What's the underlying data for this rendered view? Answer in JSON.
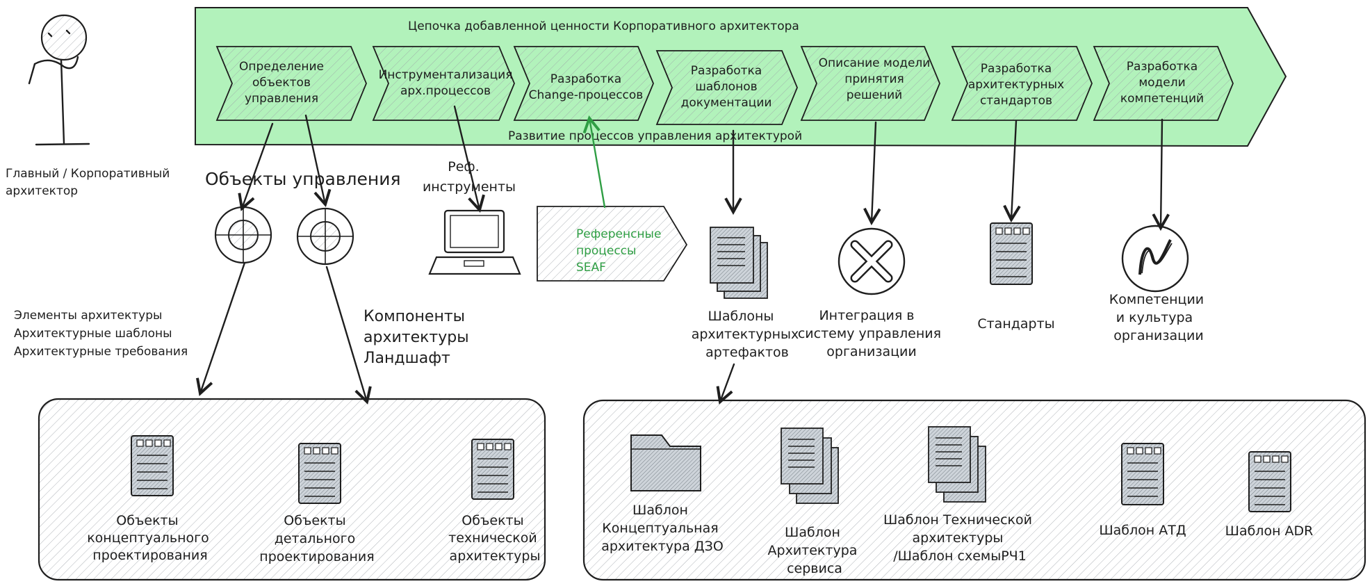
{
  "actor": {
    "role_lines": [
      "Главный / Корпоративный",
      "архитектор"
    ]
  },
  "chain": {
    "title": "Цепочка добавленной ценности Корпоративного архитектора",
    "subtitle": "Развитие процессов управления архитектурой",
    "steps": [
      [
        "Определение",
        "объектов",
        "управления"
      ],
      [
        "Инструментализация",
        "арх.процессов"
      ],
      [
        "Разработка",
        "Change-процессов"
      ],
      [
        "Разработка",
        "шаблонов",
        "документации"
      ],
      [
        "Описание модели",
        "принятия",
        "решений"
      ],
      [
        "Разработка",
        "архитектурных",
        "стандартов"
      ],
      [
        "Разработка",
        "модели",
        "компетенций"
      ]
    ]
  },
  "objects_heading": "Объекты управления",
  "ref_tools": [
    "Реф.",
    "инструменты"
  ],
  "ref_process": [
    "Референсные",
    "процессы",
    "SEAF"
  ],
  "notes": {
    "elements": [
      "Элементы архитектуры",
      "Архитектурные шаблоны",
      "Архитектурные требования"
    ],
    "components": [
      "Компоненты",
      "архитектуры",
      "Ландшафт"
    ]
  },
  "outputs": {
    "templates": [
      "Шаблоны",
      "архитектурных",
      "артефактов"
    ],
    "integration": [
      "Интеграция в",
      "систему управления",
      "организации"
    ],
    "standards": [
      "Стандарты"
    ],
    "competence": [
      "Компетенции",
      "и культура",
      "организации"
    ]
  },
  "left_box_items": [
    [
      "Объекты",
      "концептуального",
      "проектирования"
    ],
    [
      "Объекты",
      "детального",
      "проектирования"
    ],
    [
      "Объекты",
      "технической",
      "архитектуры"
    ]
  ],
  "right_box_items": [
    [
      "Шаблон",
      "Концептуальная",
      "архитектура ДЗО"
    ],
    [
      "Шаблон",
      "Архитектура",
      "сервиса"
    ],
    [
      "Шаблон Технической",
      "архитектуры",
      "/Шаблон схемыРЧ1"
    ],
    [
      "Шаблон АТД"
    ],
    [
      "Шаблон ADR"
    ]
  ],
  "colors": {
    "chain_fill": "#b2f2bb",
    "accent_green": "#2f9e44",
    "stroke": "#1e1e1e",
    "doc_fill": "#ced4da"
  }
}
